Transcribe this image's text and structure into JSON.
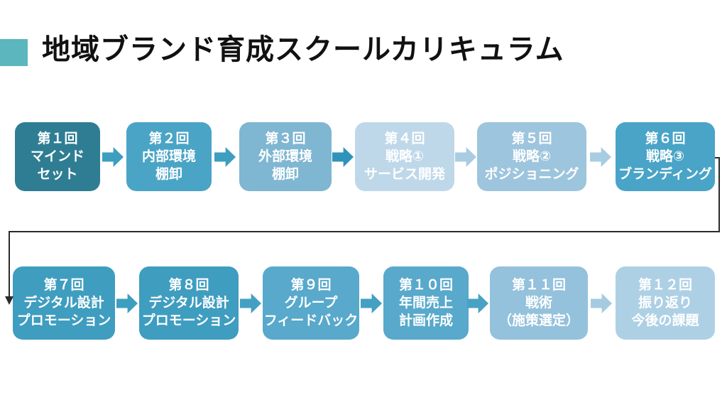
{
  "slide": {
    "title": "地域ブランド育成スクールカリキュラム",
    "title_color": "#111111",
    "accent_color": "#5BB6BE",
    "background": "#FFFFFF",
    "box_text_color": "#FFFFFF"
  },
  "flow": {
    "row1": {
      "boxes": [
        {
          "lines": [
            "第１回",
            "マインド",
            "セット"
          ],
          "bg": "#2F7D93"
        },
        {
          "lines": [
            "第２回",
            "内部環境",
            "棚卸"
          ],
          "bg": "#4AA4C6"
        },
        {
          "lines": [
            "第３回",
            "外部環境",
            "棚卸"
          ],
          "bg": "#7FB6D1"
        },
        {
          "lines": [
            "第４回",
            "戦略①",
            "サービス開発"
          ],
          "bg": "#BFD8E9"
        },
        {
          "lines": [
            "第５回",
            "戦略②",
            "ポジショニング"
          ],
          "bg": "#9DC5DD"
        },
        {
          "lines": [
            "第６回",
            "戦略③",
            "ブランディング"
          ],
          "bg": "#49A4C7"
        }
      ],
      "arrows": [
        {
          "color": "#3E9EC0"
        },
        {
          "color": "#3E9EC0"
        },
        {
          "color": "#2F94BB"
        },
        {
          "color": "#A8CDE2"
        },
        {
          "color": "#A8CDE2"
        }
      ]
    },
    "row2": {
      "boxes": [
        {
          "lines": [
            "第７回",
            "デジタル設計",
            "プロモーション"
          ],
          "bg": "#3F9DC0"
        },
        {
          "lines": [
            "第８回",
            "デジタル設計",
            "プロモーション"
          ],
          "bg": "#3F9DC0"
        },
        {
          "lines": [
            "第９回",
            "グループ",
            "フィードバック"
          ],
          "bg": "#58A9CB"
        },
        {
          "lines": [
            "第１０回",
            "年間売上",
            "計画作成"
          ],
          "bg": "#58A9CB"
        },
        {
          "lines": [
            "第１１回",
            "戦術",
            "（施策選定）"
          ],
          "bg": "#94C1DB"
        },
        {
          "lines": [
            "第１２回",
            "振り返り",
            "今後の課題"
          ],
          "bg": "#AED0E5"
        }
      ],
      "arrows": [
        {
          "color": "#3E9EC0"
        },
        {
          "color": "#44A0C2"
        },
        {
          "color": "#44A0C2"
        },
        {
          "color": "#47A2C4"
        },
        {
          "color": "#A5CBE1"
        }
      ]
    }
  },
  "connector": {
    "color": "#2B2B2B"
  }
}
